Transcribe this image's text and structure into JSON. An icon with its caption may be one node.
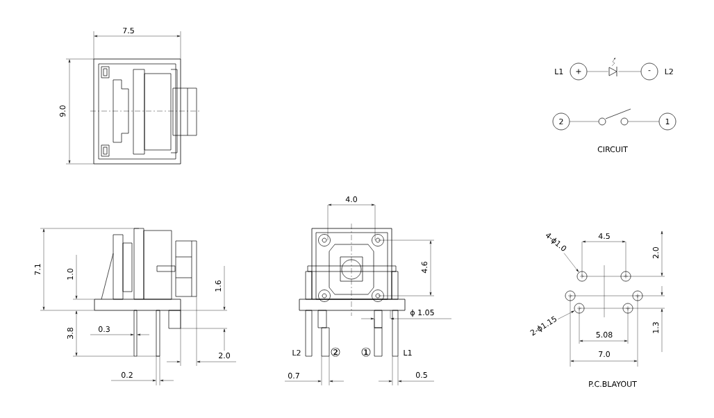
{
  "diagram": {
    "nodes": [
      {
        "text": [
          "+"
        ],
        "beside": [
          "L1"
        ]
      },
      {
        "text": [],
        "shape": "picture"
      },
      {
        "text": [
          "-"
        ],
        "beside": [
          "L2"
        ]
      },
      {
        "text": [
          "2"
        ]
      },
      {
        "text": [],
        "shape": "circle"
      },
      {
        "text": [],
        "shape": "circle"
      },
      {
        "text": [
          "1"
        ]
      },
      {
        "text": [
          "4-ϕ1.0"
        ]
      },
      {
        "text": [
          "2-ϕ1.15"
        ]
      },
      {
        "text": [],
        "shape": "circle"
      },
      {
        "text": [],
        "shape": "circle"
      },
      {
        "text": [],
        "shape": "circle"
      },
      {
        "text": [],
        "shape": "circle"
      },
      {
        "text": [],
        "shape": "circle"
      },
      {
        "text": [],
        "shape": "circle"
      }
    ],
    "edges": [
      {
        "from": 0,
        "to": 1,
        "arrow": "none"
      },
      {
        "from": 1,
        "to": 2,
        "arrow": "none"
      },
      {
        "from": 3,
        "to": 4,
        "arrow": "none"
      },
      {
        "from": 5,
        "to": 6,
        "arrow": "none"
      },
      {
        "from": 7,
        "to": 9,
        "arrow": "to"
      },
      {
        "from": 8,
        "to": 13,
        "arrow": "to"
      }
    ],
    "labels": [
      "7.5",
      "9.0",
      "CIRCUIT",
      "4.0",
      "4.5",
      "2.0",
      "7.1",
      "4.6",
      "1.0",
      "1.6",
      "ϕ 1.05",
      "1.3",
      "3.8",
      "0.3",
      "5.08",
      "2.0",
      "L2",
      "②",
      "①",
      "L1",
      "7.0",
      "0.2",
      "0.7",
      "0.5",
      "P.C.BLAYOUT"
    ]
  }
}
